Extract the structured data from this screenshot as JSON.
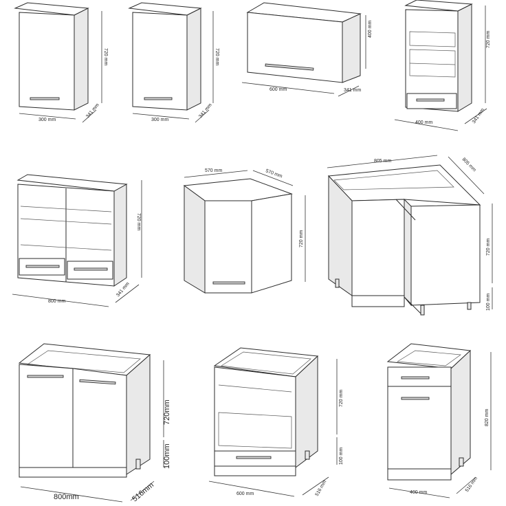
{
  "row1": {
    "c1": {
      "w": "300 mm",
      "d": "341 mm",
      "h": "720 mm"
    },
    "c2": {
      "w": "300 mm",
      "d": "341 mm",
      "h": "720 mm"
    },
    "c3": {
      "w": "600 mm",
      "d": "341 mm",
      "h": "400 mm"
    },
    "c4": {
      "w": "400 mm",
      "d": "341 mm",
      "h": "720 mm"
    }
  },
  "row2": {
    "c5": {
      "w": "800 mm",
      "d": "341 mm",
      "h": "720 mm"
    },
    "c6": {
      "w1": "570 mm",
      "w2": "570 mm",
      "h": "720 mm"
    },
    "c7": {
      "w": "805 mm",
      "d": "805 mm",
      "h": "720 mm",
      "leg": "100 mm"
    }
  },
  "row3": {
    "c8": {
      "w": "800mm",
      "d": "516mm",
      "h": "720mm",
      "leg": "100mm"
    },
    "c9": {
      "w": "600 mm",
      "d": "516 mm",
      "h": "720 mm",
      "leg": "100 mm"
    },
    "c10": {
      "w": "400 mm",
      "d": "516 mm",
      "h": "820 mm"
    }
  }
}
